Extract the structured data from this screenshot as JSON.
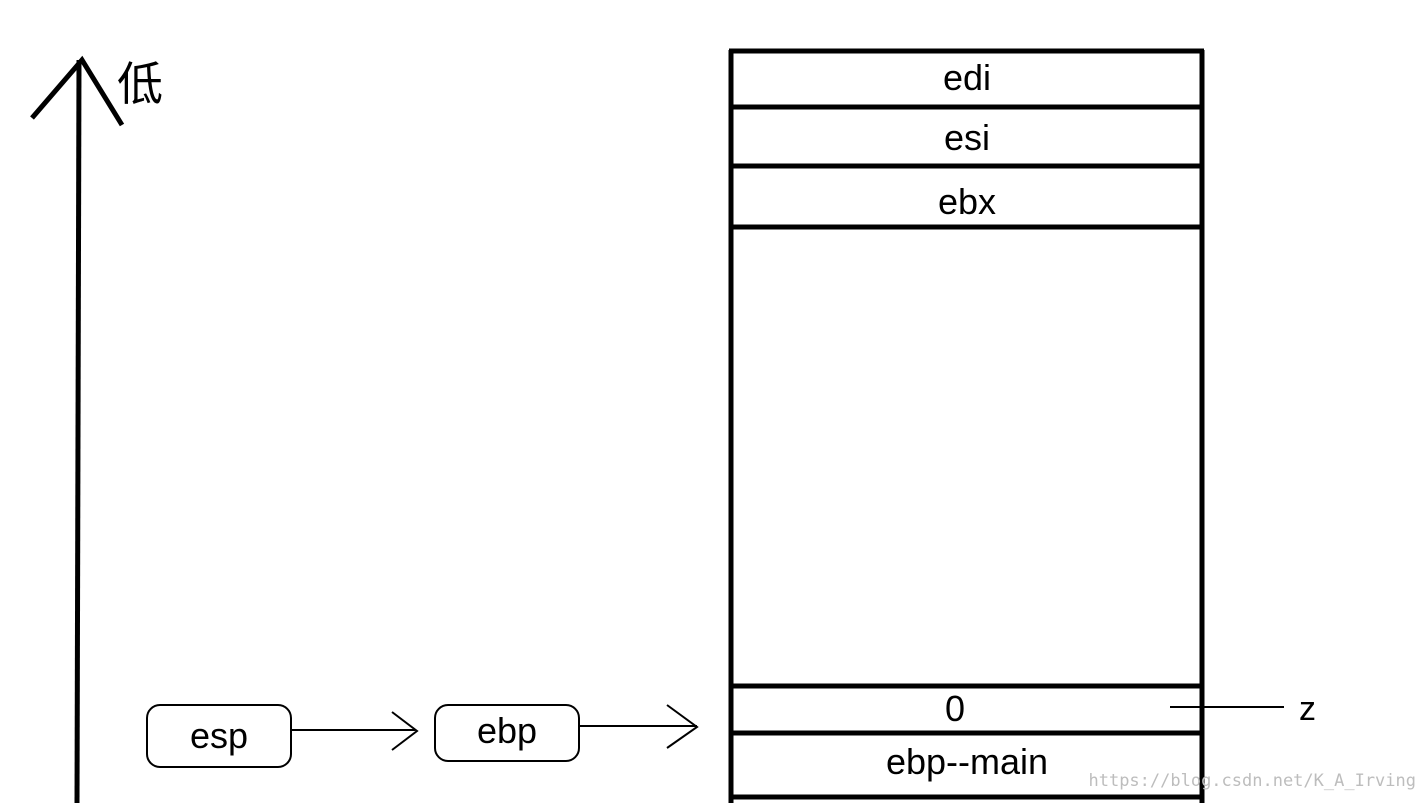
{
  "axis": {
    "label": "低"
  },
  "stack": {
    "cells": [
      {
        "label": "edi"
      },
      {
        "label": "esi"
      },
      {
        "label": "ebx"
      },
      {
        "label": ""
      },
      {
        "label": "0"
      },
      {
        "label": "ebp--main"
      }
    ]
  },
  "registers": [
    {
      "label": "esp"
    },
    {
      "label": "ebp"
    }
  ],
  "annotation": {
    "label": "z"
  },
  "watermark": {
    "text": "https://blog.csdn.net/K_A_Irving"
  }
}
